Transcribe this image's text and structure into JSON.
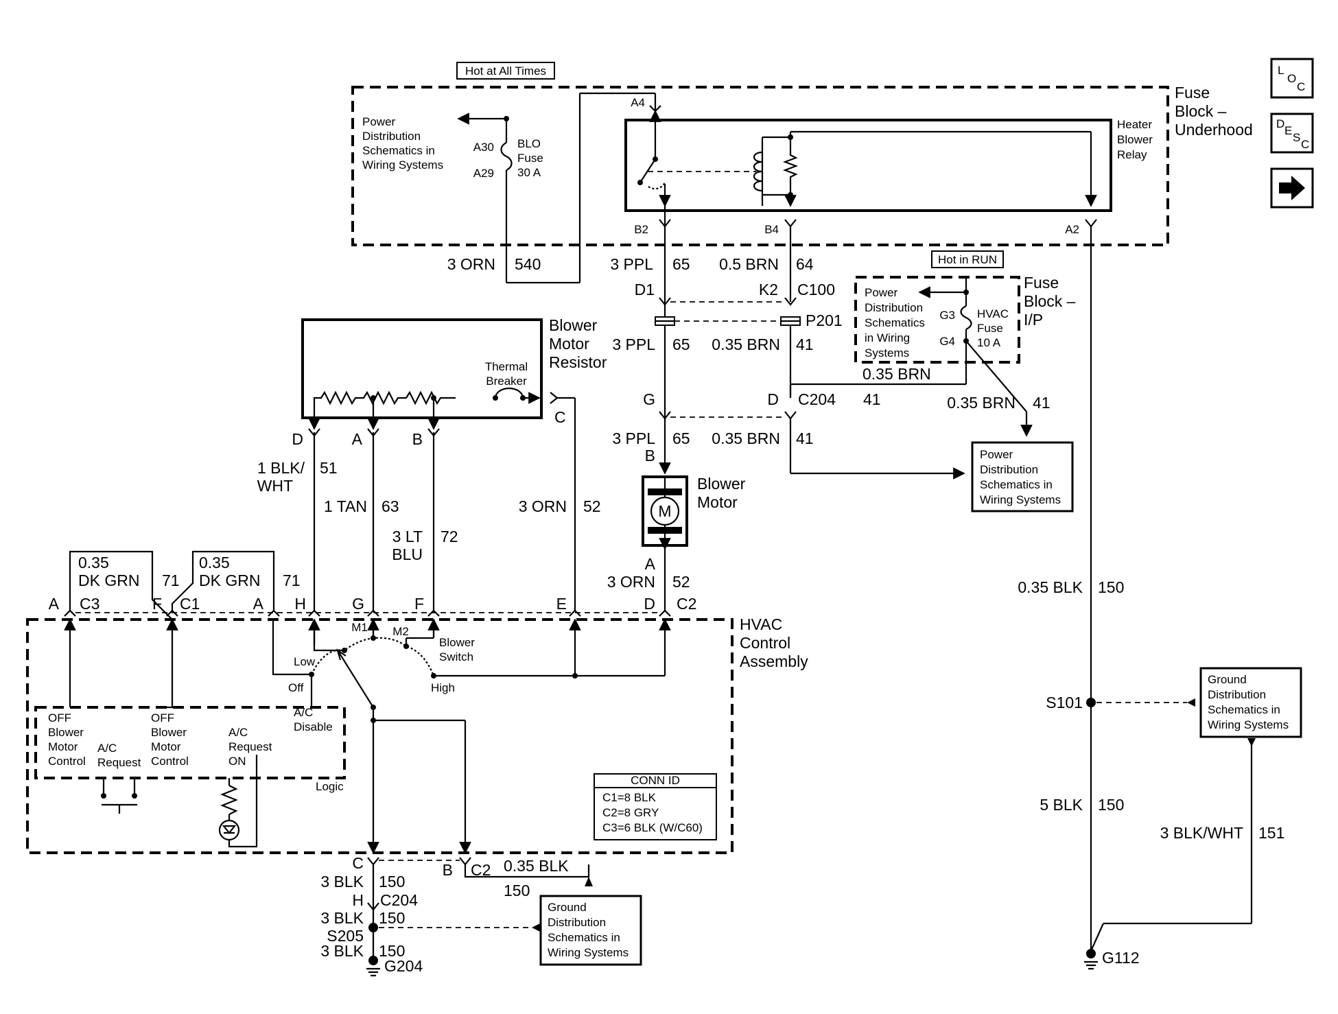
{
  "labels": {
    "hot_all_times": "Hot at All Times",
    "hot_in_run": "Hot in RUN",
    "fuse_block_underhood": [
      "Fuse",
      "Block –",
      "Underhood"
    ],
    "fuse_block_ip": [
      "Fuse",
      "Block –",
      "I/P"
    ],
    "power_dist_1": [
      "Power",
      "Distribution",
      "Schematics in",
      "Wiring Systems"
    ],
    "power_dist_2": [
      "Power",
      "Distribution",
      "Schematics",
      "in Wiring",
      "Systems"
    ],
    "power_dist_3": [
      "Power",
      "Distribution",
      "Schematics in",
      "Wiring Systems"
    ],
    "ground_dist_1": [
      "Ground",
      "Distribution",
      "Schematics in",
      "Wiring Systems"
    ],
    "ground_dist_2": [
      "Ground",
      "Distribution",
      "Schematics in",
      "Wiring Systems"
    ],
    "blo_fuse": [
      "BLO",
      "Fuse",
      "30 A"
    ],
    "hvac_fuse": [
      "HVAC",
      "Fuse",
      "10 A"
    ],
    "heater_relay": [
      "Heater",
      "Blower",
      "Relay"
    ],
    "blower_motor_resistor": [
      "Blower",
      "Motor",
      "Resistor"
    ],
    "thermal_breaker": [
      "Thermal",
      "Breaker"
    ],
    "blower_motor": [
      "Blower",
      "Motor"
    ],
    "motor_symbol": "M",
    "hvac_control": [
      "HVAC",
      "Control",
      "Assembly"
    ],
    "blower_switch": [
      "Blower",
      "Switch"
    ],
    "logic": "Logic",
    "sw_low": "Low",
    "sw_off": "Off",
    "sw_high": "High",
    "sw_m1": "M1",
    "sw_m2": "M2",
    "off_blower_1": [
      "OFF",
      "Blower",
      "Motor",
      "Control"
    ],
    "ac_request": [
      "A/C",
      "Request"
    ],
    "off_blower_2": [
      "OFF",
      "Blower",
      "Motor",
      "Control"
    ],
    "ac_request_on": [
      "A/C",
      "Request",
      "ON"
    ],
    "ac_disable": [
      "A/C",
      "Disable"
    ],
    "conn_id_title": "CONN ID",
    "conn_id_rows": [
      "C1=8 BLK",
      "C2=8 GRY",
      "C3=6 BLK (W/C60)"
    ]
  },
  "nav": {
    "loc": [
      "L",
      "O",
      "C"
    ],
    "desc": [
      "D",
      "E",
      "S",
      "C"
    ],
    "next": "➡"
  },
  "pins": {
    "a30": "A30",
    "a29": "A29",
    "a4": "A4",
    "b2": "B2",
    "b4": "B4",
    "a2": "A2",
    "d1": "D1",
    "k2": "K2",
    "c100": "C100",
    "p201": "P201",
    "g3": "G3",
    "g4": "G4",
    "g_c204": "G",
    "d_c204": "D",
    "c204": "C204",
    "res_d": "D",
    "res_a": "A",
    "res_b": "B",
    "res_c": "C",
    "mot_b": "B",
    "mot_a": "A",
    "h_a": "A",
    "h_c3": "C3",
    "h_f1": "F",
    "h_c1": "C1",
    "h_a2": "A",
    "h_h": "H",
    "h_g": "G",
    "h_f2": "F",
    "h_e": "E",
    "h_d": "D",
    "h_c2": "C2",
    "bot_c": "C",
    "bot_b": "B",
    "bot_c2": "C2",
    "bot_h": "H",
    "bot_c204": "C204",
    "s205": "S205",
    "g204": "G204",
    "s101": "S101",
    "g112": "G112"
  },
  "wires": {
    "w540_gauge": "3 ORN",
    "w540_circuit": "540",
    "w65_gauge": "3 PPL",
    "w65_circuit": "65",
    "w64_gauge": "0.5 BRN",
    "w64_circuit": "64",
    "w65b_gauge": "3 PPL",
    "w65b_circuit": "65",
    "w41_gauge": "0.35 BRN",
    "w41_circuit": "41",
    "w41ip_gauge": "0.35 BRN",
    "w41r_gauge": "0.35 BRN",
    "w41r_circuit": "41",
    "c204_circuit": "41",
    "w65c_gauge": "3 PPL",
    "w65c_circuit": "65",
    "w41c_gauge": "0.35 BRN",
    "w41c_circuit": "41",
    "w51_gauge": [
      "1 BLK/",
      "WHT"
    ],
    "w51_circuit": "51",
    "w63_gauge": "1 TAN",
    "w63_circuit": "63",
    "w72_gauge": [
      "3 LT",
      "BLU"
    ],
    "w72_circuit": "72",
    "w52_gauge": "3 ORN",
    "w52_circuit": "52",
    "w52b_gauge": "3 ORN",
    "w52b_circuit": "52",
    "w71a_gauge": [
      "0.35",
      "DK GRN"
    ],
    "w71a_circuit": "71",
    "w71b_gauge": [
      "0.35",
      "DK GRN"
    ],
    "w71b_circuit": "71",
    "w150_gauge": "0.35 BLK",
    "w150_circuit": "150",
    "w150b_gauge": "5 BLK",
    "w150b_circuit": "150",
    "w151_gauge": "3 BLK/WHT",
    "w151_circuit": "151",
    "wc_150_gauge": "3 BLK",
    "wc_150_circuit": "150",
    "wb_150_gauge": "0.35 BLK",
    "wb_150_circuit": "150",
    "ws_150_gauge": "3 BLK",
    "ws_150_circuit": "150",
    "wg_150_gauge": "3 BLK",
    "wg_150_circuit": "150"
  }
}
